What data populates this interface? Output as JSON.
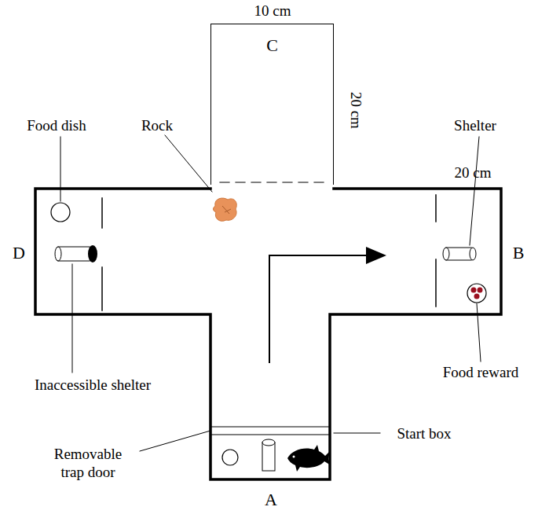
{
  "diagram": {
    "nodes": [
      {
        "text": [
          "C"
        ]
      }
    ],
    "labels": [
      "10 cm",
      "20 cm",
      "20 cm",
      "Food dish",
      "Rock",
      "Shelter",
      "D",
      "B",
      "Inaccessible shelter",
      "Food reward",
      "Removable trap door",
      "Start box",
      "A"
    ]
  }
}
